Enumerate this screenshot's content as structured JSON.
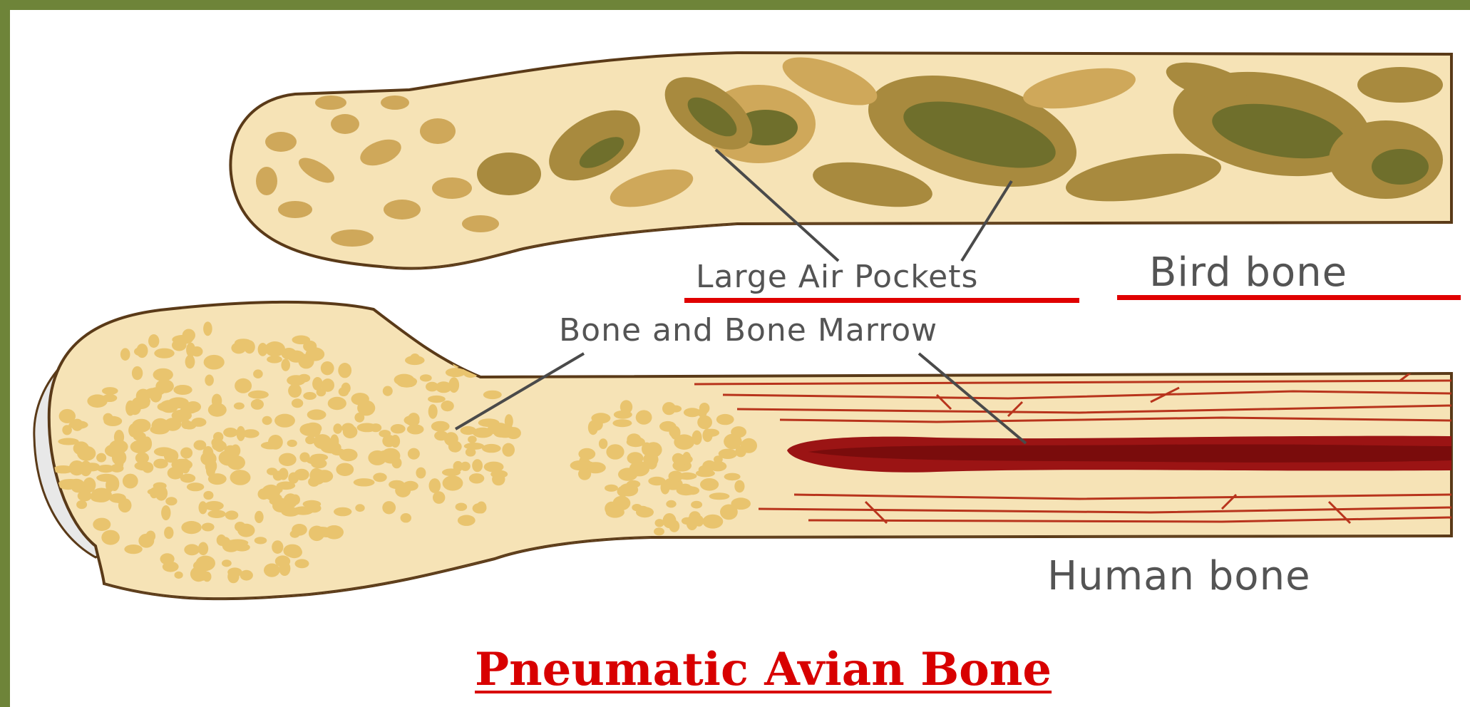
{
  "title": "Pneumatic Avian Bone",
  "labels": {
    "large_air_pockets": "Large Air Pockets",
    "bone_and_marrow": "Bone and Bone Marrow",
    "bird_bone": "Bird bone",
    "human_bone": "Human bone"
  },
  "colors": {
    "frame": "#6e8439",
    "bone_fill": "#f6e3b6",
    "bone_outline": "#5a3a18",
    "pocket_tan": "#cfa85a",
    "pocket_brown": "#a88a3e",
    "pocket_olive": "#6f6f2c",
    "spongy": "#e9c46e",
    "marrow": "#9b1414",
    "vessel": "#b8341c",
    "cartilage": "#d9d9d9",
    "underline": "#e00000",
    "title": "#d80000",
    "label_text": "#545454"
  }
}
